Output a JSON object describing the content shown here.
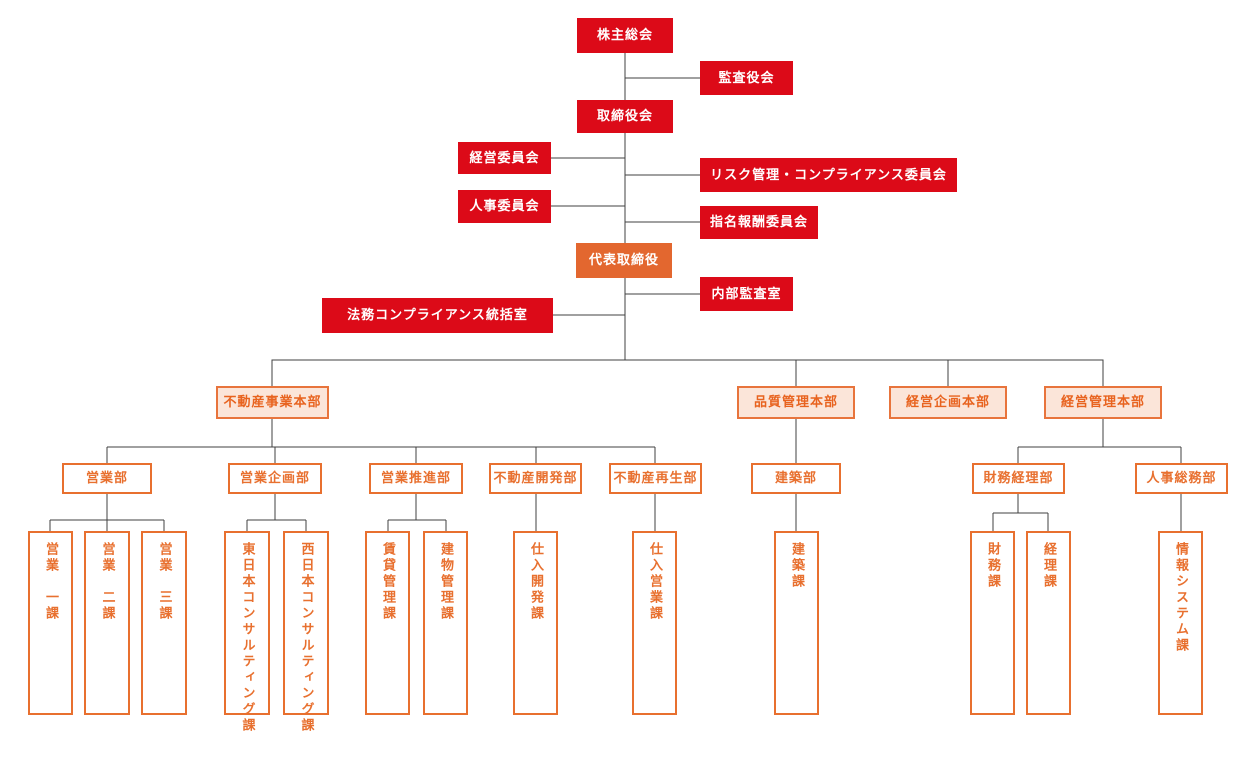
{
  "palette": {
    "red": "#DC0A18",
    "orange_fill": "#E3672F",
    "orange_border": "#E8702F",
    "orange_text": "#E8631F",
    "peach_fill": "#FBE5D9",
    "line": "#404040",
    "white": "#FFFFFF"
  },
  "org": {
    "governance": {
      "shareholders_meeting": "株主総会",
      "audit_board": "監査役会",
      "board_of_directors": "取締役会",
      "management_committee": "経営委員会",
      "risk_compliance_committee": "リスク管理・コンプライアンス委員会",
      "hr_committee": "人事委員会",
      "nomination_compensation_committee": "指名報酬委員会",
      "representative_director": "代表取締役",
      "internal_audit_office": "内部監査室",
      "legal_compliance_office": "法務コンプライアンス統括室"
    },
    "divisions": {
      "real_estate_business_hq": "不動産事業本部",
      "quality_management_hq": "品質管理本部",
      "corporate_planning_hq": "経営企画本部",
      "corporate_management_hq": "経営管理本部"
    },
    "departments": {
      "sales_dept": "営業部",
      "sales_planning_dept": "営業企画部",
      "sales_promotion_dept": "営業推進部",
      "real_estate_development_dept": "不動産開発部",
      "real_estate_regeneration_dept": "不動産再生部",
      "construction_dept": "建築部",
      "finance_accounting_dept": "財務経理部",
      "hr_general_affairs_dept": "人事総務部"
    },
    "sections": {
      "sales_sec_1": "営業　一課",
      "sales_sec_2": "営業　二課",
      "sales_sec_3": "営業　三課",
      "east_japan_consulting_sec": "東日本コンサルティング課",
      "west_japan_consulting_sec": "西日本コンサルティング課",
      "rental_management_sec": "賃貸管理課",
      "building_management_sec": "建物管理課",
      "purchase_development_sec": "仕入開発課",
      "purchase_sales_sec": "仕入営業課",
      "construction_sec": "建築課",
      "finance_sec": "財務課",
      "accounting_sec": "経理課",
      "information_systems_sec": "情報システム課"
    }
  }
}
